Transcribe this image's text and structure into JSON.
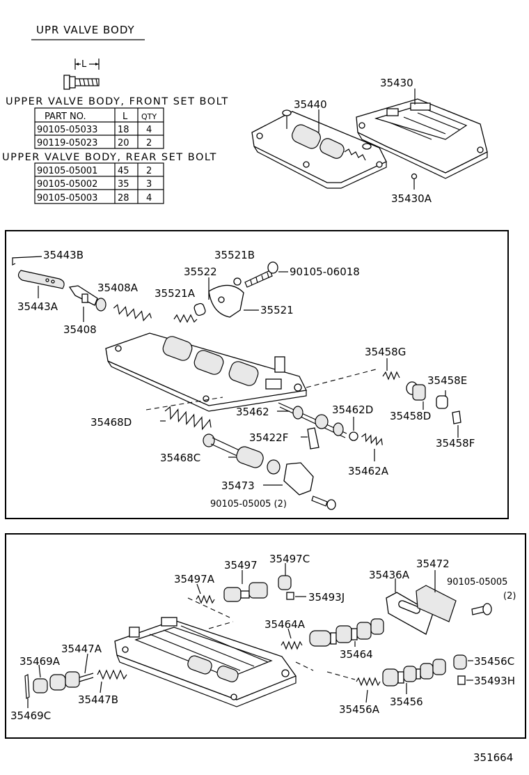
{
  "title": "UPR VALVE BODY",
  "front_bolt": {
    "heading": "UPPER VALVE BODY, FRONT SET BOLT",
    "length_symbol": "L",
    "columns": [
      "PART NO.",
      "L",
      "QTY"
    ],
    "rows": [
      [
        "90105-05033",
        "18",
        "4"
      ],
      [
        "90119-05023",
        "20",
        "2"
      ]
    ]
  },
  "rear_bolt": {
    "heading": "UPPER VALVE BODY, REAR SET BOLT",
    "rows": [
      [
        "90105-05001",
        "45",
        "2"
      ],
      [
        "90105-05002",
        "35",
        "3"
      ],
      [
        "90105-05003",
        "28",
        "4"
      ]
    ]
  },
  "top_callouts": {
    "p35430": "35430",
    "p35440": "35440",
    "p35430a": "35430A"
  },
  "middle_callouts": {
    "p35443b": "35443B",
    "p35443a": "35443A",
    "p35408a": "35408A",
    "p35408": "35408",
    "p35521b": "35521B",
    "p35522": "35522",
    "p35521a": "35521A",
    "p35521": "35521",
    "p90105_06018": "90105-06018",
    "p35458g": "35458G",
    "p35458e": "35458E",
    "p35458d": "35458D",
    "p35458f": "35458F",
    "p35462": "35462",
    "p35462d": "35462D",
    "p35468d": "35468D",
    "p35422f": "35422F",
    "p35468c": "35468C",
    "p35462a": "35462A",
    "p35473": "35473",
    "p90105_05005_2": "90105-05005 (2)"
  },
  "bottom_callouts": {
    "p35497": "35497",
    "p35497c": "35497C",
    "p35497a": "35497A",
    "p35493j": "35493J",
    "p35436a": "35436A",
    "p35472": "35472",
    "p90105_05005": "90105-05005",
    "p_qty2": "(2)",
    "p35464a": "35464A",
    "p35464": "35464",
    "p35447a": "35447A",
    "p35469a": "35469A",
    "p35447b": "35447B",
    "p35469c": "35469C",
    "p35456c": "35456C",
    "p35493h": "35493H",
    "p35456a": "35456A",
    "p35456": "35456"
  },
  "diagram_number": "351664"
}
